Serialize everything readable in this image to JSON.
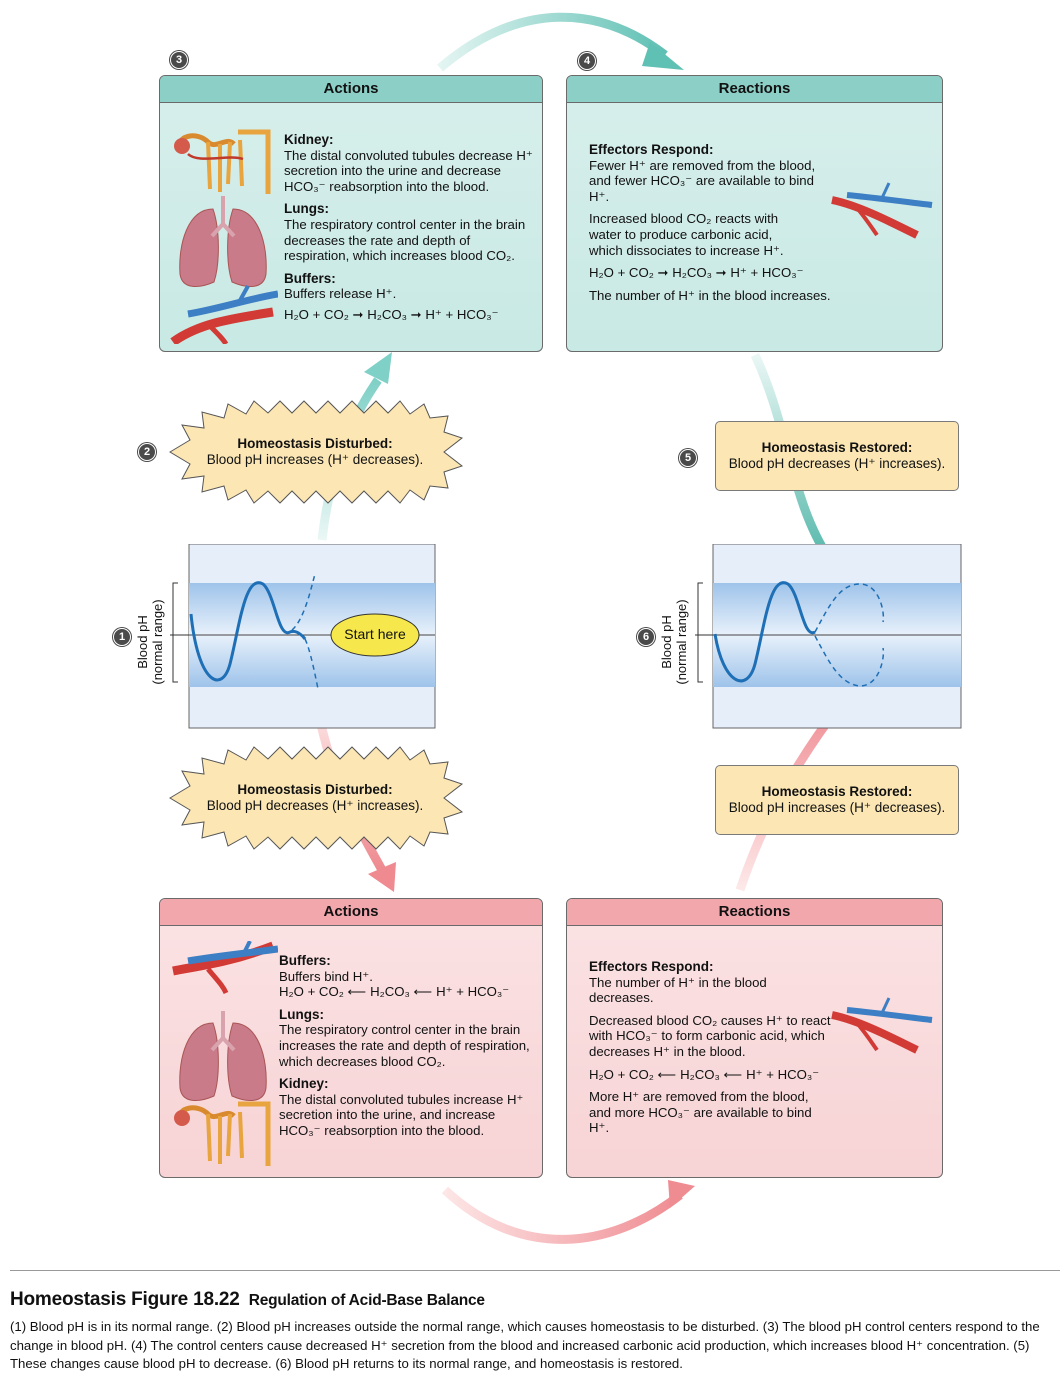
{
  "steps": {
    "s1": "1",
    "s2": "2",
    "s3": "3",
    "s4": "4",
    "s5": "5",
    "s6": "6"
  },
  "top_actions": {
    "title": "Actions",
    "kidney_h": "Kidney:",
    "kidney_t": "The distal convoluted tubules decrease H⁺ secretion into the urine and decrease HCO₃⁻ reabsorption into the blood.",
    "lungs_h": "Lungs:",
    "lungs_t": "The respiratory control center in the brain decreases the rate and depth of respiration, which increases blood CO₂.",
    "buffers_h": "Buffers:",
    "buffers_t": "Buffers release H⁺.",
    "buffers_eq": "H₂O + CO₂ ➞ H₂CO₃ ➞ H⁺ + HCO₃⁻"
  },
  "top_reactions": {
    "title": "Reactions",
    "eff_h": "Effectors Respond:",
    "p1": "Fewer H⁺ are removed from the blood, and fewer HCO₃⁻ are available to bind H⁺.",
    "p2": "Increased blood CO₂ reacts with water to produce carbonic acid, which dissociates to increase H⁺.",
    "eq": "H₂O + CO₂ ➞ H₂CO₃ ➞ H⁺ + HCO₃⁻",
    "p3": "The number of H⁺ in the blood increases."
  },
  "disturbed_up": {
    "h": "Homeostasis Disturbed:",
    "t": "Blood pH increases (H⁺ decreases)."
  },
  "disturbed_down": {
    "h": "Homeostasis Disturbed:",
    "t": "Blood pH decreases (H⁺ increases)."
  },
  "restored_up": {
    "h": "Homeostasis Restored:",
    "t": "Blood pH decreases (H⁺ increases)."
  },
  "restored_down": {
    "h": "Homeostasis Restored:",
    "t": "Blood pH increases (H⁺ decreases)."
  },
  "graph": {
    "ylabel1": "Blood pH",
    "ylabel2": "(normal range)",
    "start": "Start here"
  },
  "bottom_actions": {
    "title": "Actions",
    "buffers_h": "Buffers:",
    "buffers_t": "Buffers bind H⁺.",
    "buffers_eq": "H₂O + CO₂ ⟵ H₂CO₃ ⟵ H⁺ + HCO₃⁻",
    "lungs_h": "Lungs:",
    "lungs_t": "The respiratory control center in the brain increases the rate and depth of respiration, which decreases blood CO₂.",
    "kidney_h": "Kidney:",
    "kidney_t": "The distal convoluted tubules increase H⁺ secretion into the urine, and increase HCO₃⁻ reabsorption into the blood."
  },
  "bottom_reactions": {
    "title": "Reactions",
    "eff_h": "Effectors Respond:",
    "p1": "The number of H⁺ in the blood decreases.",
    "p2": "Decreased blood CO₂ causes H⁺ to react with HCO₃⁻ to form carbonic acid, which decreases H⁺ in the blood.",
    "eq": "H₂O + CO₂ ⟵ H₂CO₃ ⟵ H⁺ + HCO₃⁻",
    "p3": "More H⁺ are removed from the blood, and more HCO₃⁻ are available to bind H⁺."
  },
  "caption": {
    "title": "Homeostasis Figure 18.22",
    "subtitle": "Regulation of Acid-Base Balance",
    "body": "(1) Blood pH is in its normal range. (2) Blood pH increases outside the normal range, which causes homeostasis to be disturbed. (3) The blood pH control centers respond to the change in blood pH. (4) The control centers cause decreased H⁺ secretion from the blood and increased carbonic acid production, which increases blood H⁺ concentration. (5) These changes cause blood pH to decrease. (6) Blood pH returns to its normal range, and homeostasis is restored."
  },
  "colors": {
    "teal": "#8ccfc6",
    "pink": "#f2a7ad",
    "yellow": "#fbe6b4",
    "curve": "#1e6fb5"
  }
}
